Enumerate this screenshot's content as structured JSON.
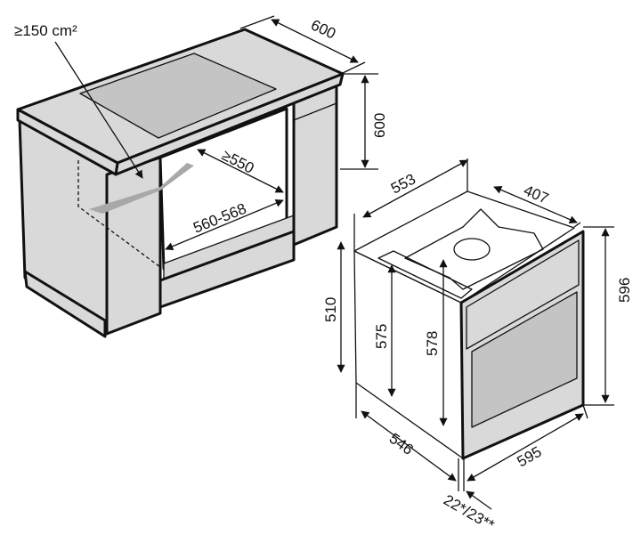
{
  "title": "Built-in oven installation dimensions",
  "colors": {
    "panel": "#d9d9d9",
    "hob": "#c4c4c4",
    "line": "#111111",
    "background": "#ffffff"
  },
  "cabinet": {
    "vent_area": "≥150 cm²",
    "depth": "600",
    "height": "600",
    "niche_depth": "≥550",
    "niche_width": "560-568"
  },
  "oven": {
    "depth_top": "553",
    "door_depth": "407",
    "height_front": "596",
    "height_side": "510",
    "height_inner_1": "575",
    "height_inner_2": "578",
    "depth_side": "546",
    "width_front": "595",
    "fascia": "22*/23**"
  }
}
